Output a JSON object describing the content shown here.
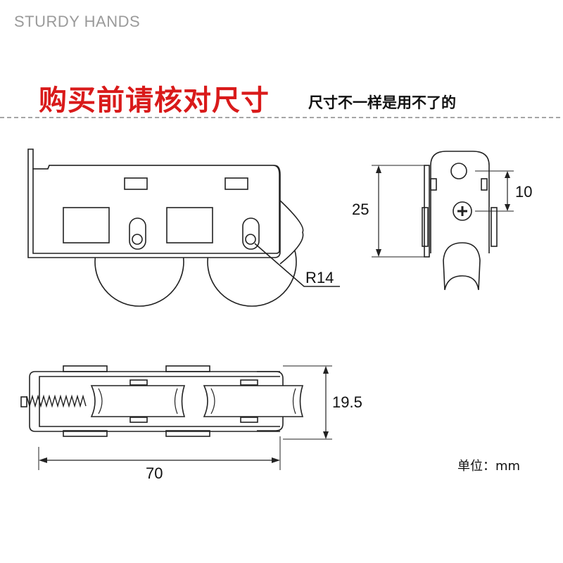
{
  "brand": "STURDY HANDS",
  "title": "购买前请核对尺寸",
  "subtitle": "尺寸不一样是用不了的",
  "unit_label": "单位：mm",
  "dimensions": {
    "radius": "R14",
    "height": "25",
    "hole_spacing": "10",
    "width": "19.5",
    "length": "70"
  },
  "colors": {
    "title": "#d91a1a",
    "line": "#222222",
    "dash": "#888888"
  }
}
